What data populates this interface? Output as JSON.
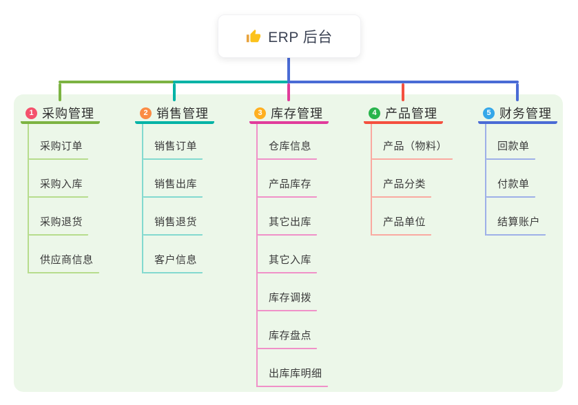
{
  "root": {
    "title": "ERP 后台",
    "icon": "thumbs-up-icon"
  },
  "panel_color": "#ECF7E9",
  "connector": {
    "trunk_color": "#4A6BD5"
  },
  "branches": [
    {
      "badge": "1",
      "label": "采购管理",
      "badge_color": "#F4516C",
      "color": "#7CB342",
      "light_color": "#B6DC8C",
      "children": [
        "采购订单",
        "采购入库",
        "采购退货",
        "供应商信息"
      ]
    },
    {
      "badge": "2",
      "label": "销售管理",
      "badge_color": "#FB8B44",
      "color": "#00B3A6",
      "light_color": "#82D9CF",
      "children": [
        "销售订单",
        "销售出库",
        "销售退货",
        "客户信息"
      ]
    },
    {
      "badge": "3",
      "label": "库存管理",
      "badge_color": "#FFAF20",
      "color": "#E03C9B",
      "light_color": "#F090C8",
      "children": [
        "仓库信息",
        "产品库存",
        "其它出库",
        "其它入库",
        "库存调拨",
        "库存盘点",
        "出库库明细"
      ]
    },
    {
      "badge": "4",
      "label": "产品管理",
      "badge_color": "#28B44C",
      "color": "#F4503F",
      "light_color": "#FAA9A0",
      "children": [
        "产品（物料）",
        "产品分类",
        "产品单位"
      ]
    },
    {
      "badge": "5",
      "label": "财务管理",
      "badge_color": "#35A7E9",
      "color": "#4A6BD5",
      "light_color": "#9DAFE8",
      "children": [
        "回款单",
        "付款单",
        "结算账户"
      ]
    }
  ]
}
